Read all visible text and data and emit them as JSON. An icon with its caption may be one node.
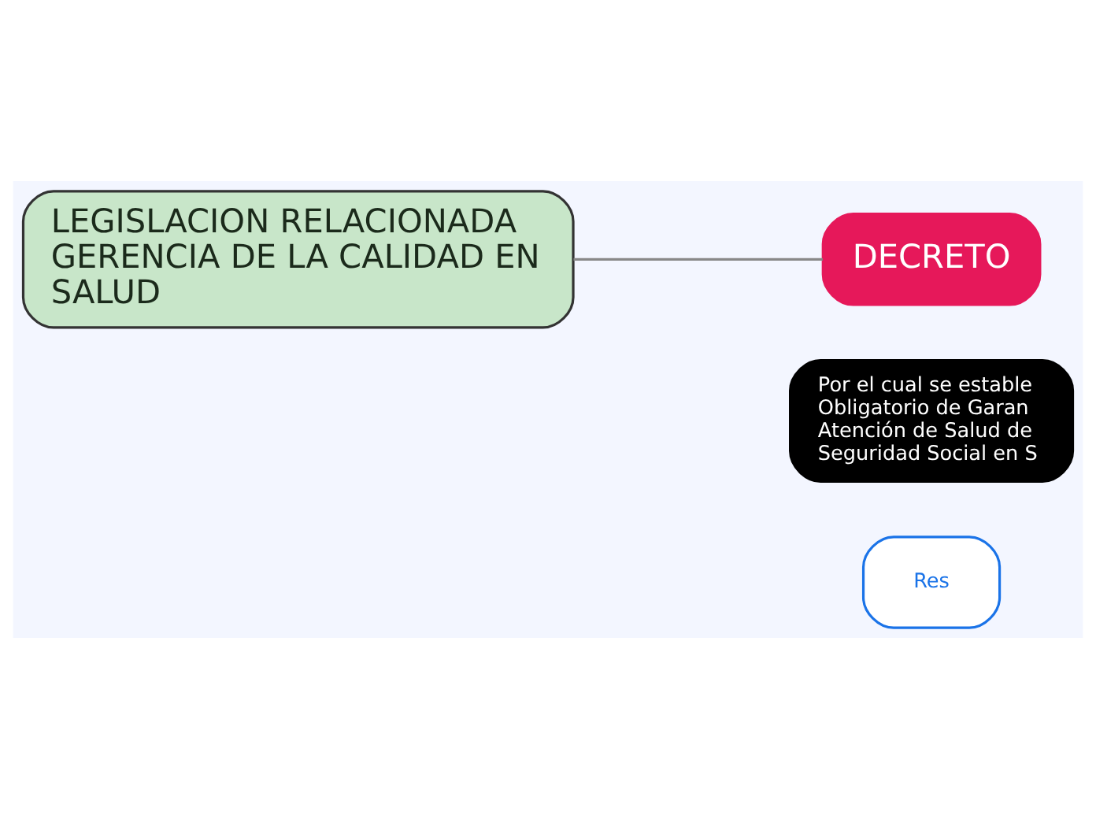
{
  "diagram": {
    "nodes": [
      {
        "text": [
          "LEGISLACION RELACIONADA GERENCIA DE LA CALIDAD EN SALUD"
        ]
      },
      {
        "text": [
          "DECRETO"
        ]
      },
      {
        "text": [
          "Por el cual se estable Obligatorio de Garan Atención de Salud de Seguridad Social en S"
        ]
      },
      {
        "text": [
          "Res"
        ]
      }
    ],
    "edges": [
      {
        "from": 0,
        "to": 1,
        "arrow": "none"
      }
    ]
  }
}
